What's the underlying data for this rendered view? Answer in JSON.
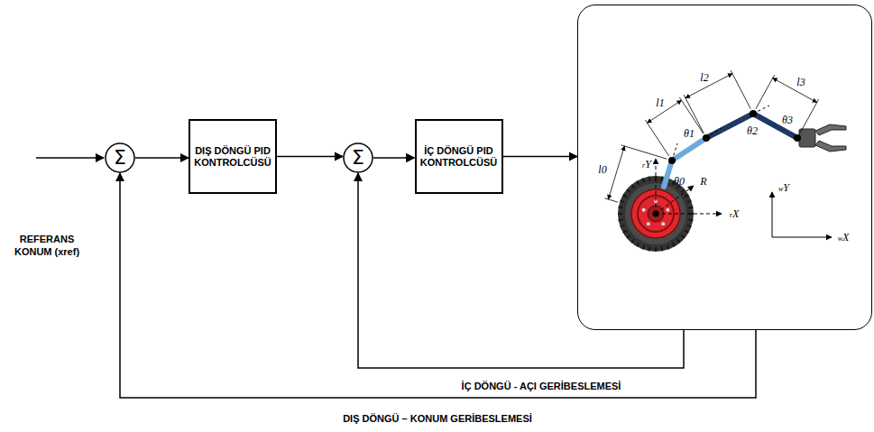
{
  "diagram": {
    "nodes": [
      {
        "text": [
          "Σ"
        ]
      },
      {
        "text": [
          "DIŞ DÖNGÜ PID KONTROLCÜSÜ"
        ]
      },
      {
        "text": [
          "Σ"
        ]
      },
      {
        "text": [
          "İÇ DÖNGÜ PID KONTROLCÜSÜ"
        ]
      },
      {
        "text": [
          "l1",
          "l2",
          "l3",
          "θ0",
          "θ1",
          "θ2",
          "θ3",
          "l0",
          "rY",
          "R",
          "rX",
          "wY",
          "wX"
        ]
      }
    ],
    "edges": [
      {
        "from": 0,
        "to": 1,
        "arrow": "to"
      },
      {
        "from": 1,
        "to": 2,
        "arrow": "to"
      },
      {
        "from": 2,
        "to": 3,
        "arrow": "to"
      },
      {
        "from": 3,
        "to": 4,
        "arrow": "to"
      },
      {
        "from": 4,
        "to": 2,
        "label": "İÇ DÖNGÜ - AÇI GERİBESLEMESİ",
        "arrow": "to"
      },
      {
        "from": 4,
        "to": 0,
        "label": "DIŞ DÖNGÜ – KONUM GERİBESLEMESİ",
        "arrow": "to"
      }
    ],
    "labels": [
      "REFERANS KONUM (xref)"
    ]
  }
}
